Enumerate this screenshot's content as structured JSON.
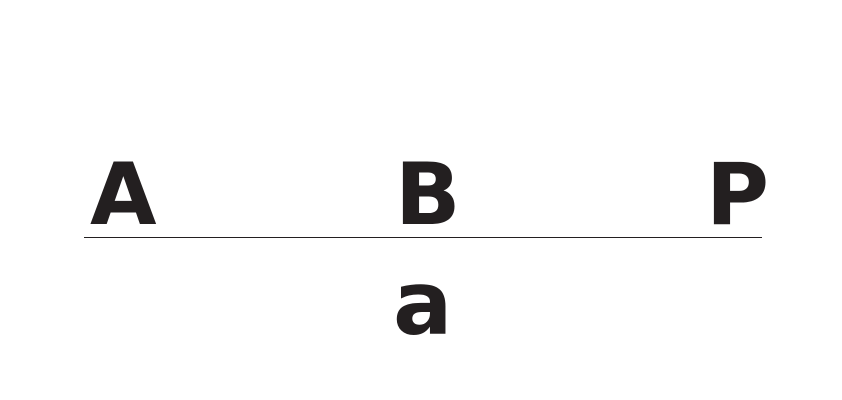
{
  "points": {
    "a": "A",
    "b": "B",
    "p": "P"
  },
  "segment_label": "a",
  "colors": {
    "ink": "#231f20",
    "background": "#ffffff"
  }
}
